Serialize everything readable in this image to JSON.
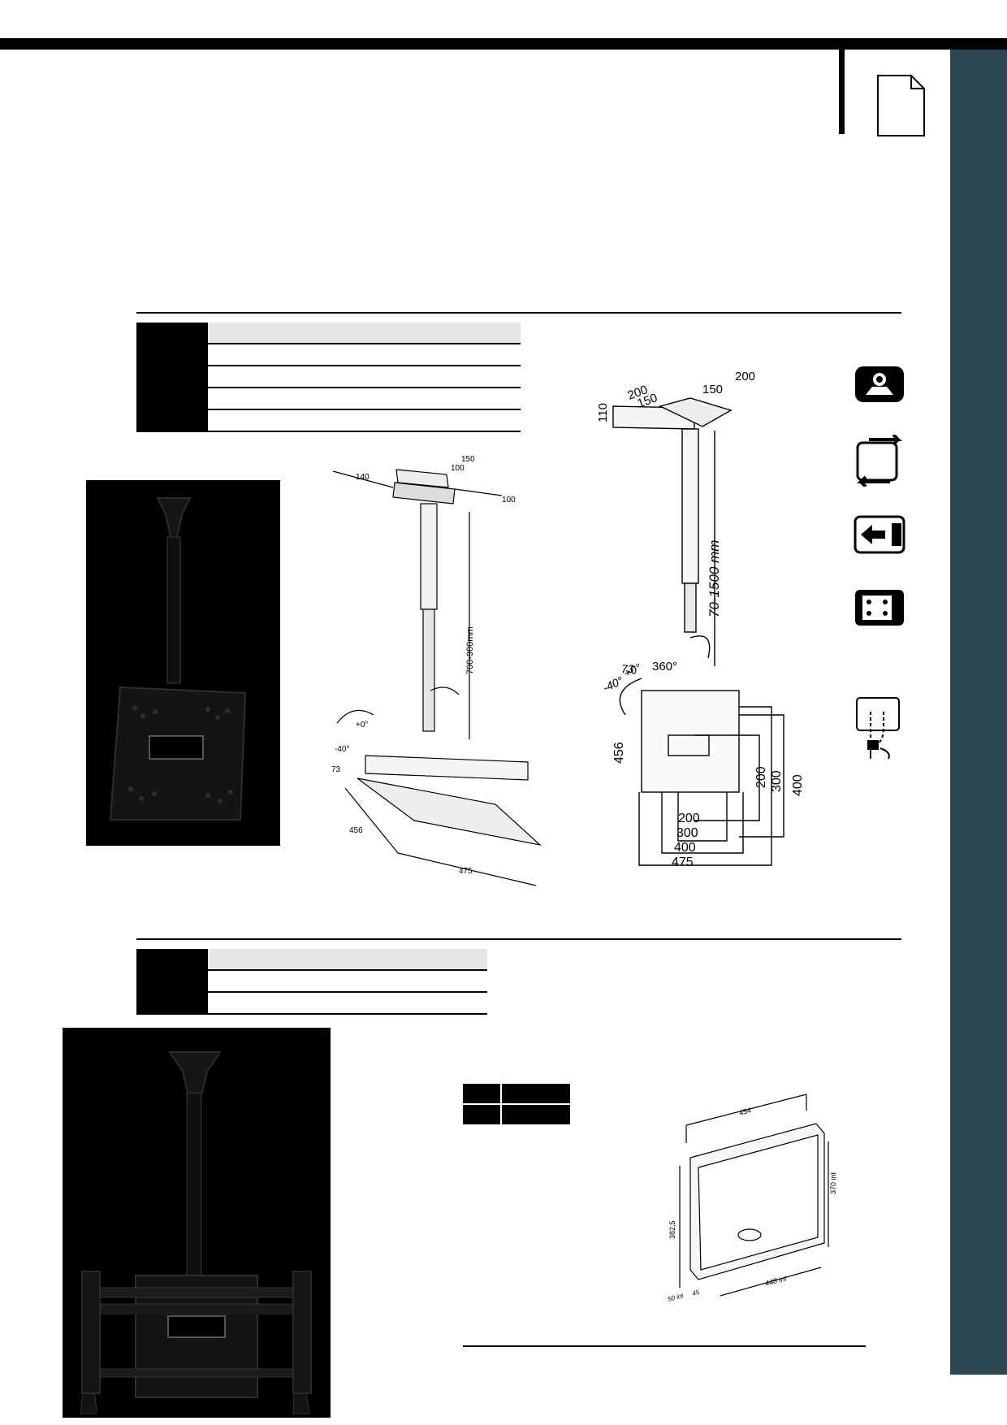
{
  "drawing1": {
    "dim_top_1": "150",
    "dim_top_2": "100",
    "dim_left": "140",
    "dim_right": "100",
    "dim_height": "700-900mm",
    "tilt_plus": "+0°",
    "tilt_minus": "-40°",
    "dim_73": "73",
    "dim_456": "456",
    "dim_475": "475"
  },
  "drawing2": {
    "dim_200a": "200",
    "dim_150a": "150",
    "dim_200b": "200",
    "dim_150b": "150",
    "dim_110": "110",
    "dim_height": "70-1500 mm",
    "rotation": "360°",
    "tilt_plus": "+0°",
    "tilt_minus": "-40°",
    "dim_73": "73",
    "dim_456": "456",
    "vesa_v": [
      "200",
      "300",
      "400"
    ],
    "vesa_h": [
      "200",
      "300",
      "400",
      "475"
    ]
  },
  "drawing3": {
    "dim_454": "454",
    "dim_370": "370 int",
    "dim_382": "382,5",
    "dim_448": "448 int",
    "dim_50": "50 int",
    "dim_45": "45"
  },
  "icons": [
    "projector-icon",
    "rotate-icon",
    "tilt-arrow-icon",
    "vesa-plate-icon",
    "cable-management-icon"
  ]
}
